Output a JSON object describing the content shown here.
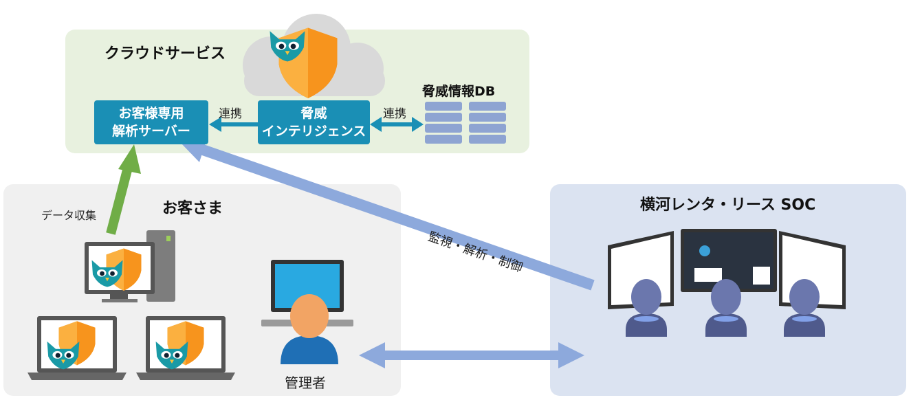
{
  "cloud": {
    "title": "クラウドサービス",
    "analysis_server": {
      "line1": "お客様専用",
      "line2": "解析サーバー"
    },
    "threat_intel": {
      "line1": "脅威",
      "line2": "インテリジェンス"
    },
    "threat_db_label": "脅威情報DB",
    "link_label_left": "連携",
    "link_label_right": "連携"
  },
  "customer": {
    "title": "お客さま",
    "data_collect_label": "データ収集",
    "admin_label": "管理者"
  },
  "soc": {
    "title": "横河レンタ・リース SOC",
    "monitor_label": "監視・解析・制御"
  },
  "colors": {
    "cloud_bg": "#e8f1df",
    "customer_bg": "#f0f0f0",
    "soc_bg": "#dbe3f1",
    "box_blue": "#1a8fb5",
    "arrow_blue": "#8da9dc",
    "arrow_green": "#70ad47",
    "shield_orange": "#f7941d",
    "owl_teal": "#1a9aa6"
  }
}
